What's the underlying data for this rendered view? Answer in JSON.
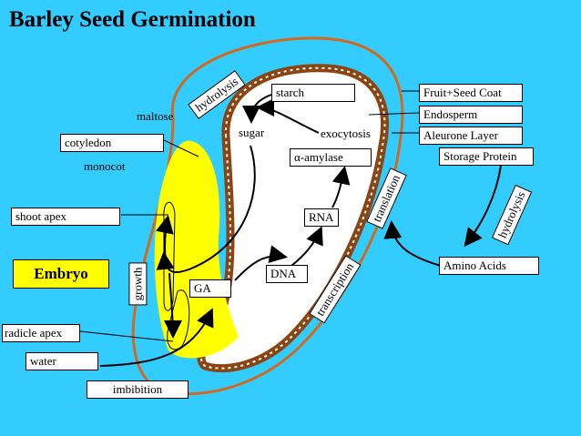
{
  "title": "Barley Seed Germination",
  "embryo_label": "Embryo",
  "labels": {
    "starch": "starch",
    "sugar": "sugar",
    "exocytosis": "exocytosis",
    "alpha_amylase": "α-amylase",
    "rna": "RNA",
    "dna": "DNA",
    "ga": "GA",
    "maltose": "maltose",
    "cotyledon": "cotyledon",
    "monocot": "monocot",
    "shoot_apex": "shoot apex",
    "radicle_apex": "radicle apex",
    "water": "water",
    "imbibition": "imbibition",
    "fruit_seed_coat": "Fruit+Seed Coat",
    "endosperm": "Endosperm",
    "aleurone_layer": "Aleurone Layer",
    "storage_protein": "Storage Protein",
    "amino_acids": "Amino Acids"
  },
  "rotated": {
    "hydrolysis_top": "hydrolysis",
    "hydrolysis_right": "hydrolysis",
    "translation": "translation",
    "transcription": "transcription",
    "growth": "growth"
  },
  "colors": {
    "background": "#33CCFF",
    "embryo": "#FFFF00",
    "seed_coat": "#D2691E",
    "aleurone": "#8B4513"
  }
}
